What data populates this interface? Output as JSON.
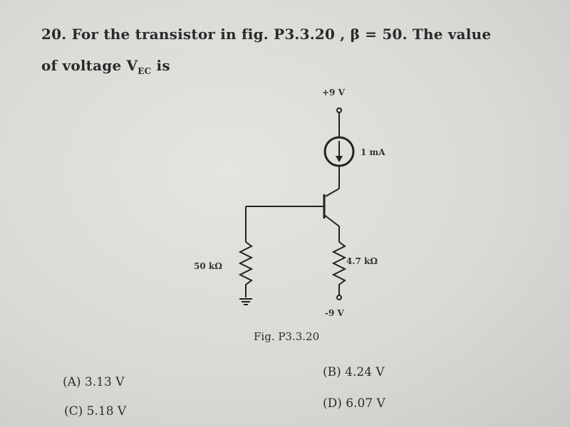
{
  "question": {
    "number": "20.",
    "line1": "For the transistor in fig. P3.3.20 , β = 50. The value",
    "line2_prefix": "of voltage V",
    "line2_sub": "EC",
    "line2_suffix": " is"
  },
  "figure": {
    "supply_pos": "+9 V",
    "supply_neg": "-9 V",
    "current_source": "1 mA",
    "base_resistor": "50 kΩ",
    "emitter_resistor": "4.7 kΩ",
    "caption": "Fig. P3.3.20"
  },
  "options": [
    {
      "label": "(A) 3.13 V"
    },
    {
      "label": "(B) 4.24 V"
    },
    {
      "label": "(C) 5.18 V"
    },
    {
      "label": "(D) 6.07 V"
    }
  ]
}
